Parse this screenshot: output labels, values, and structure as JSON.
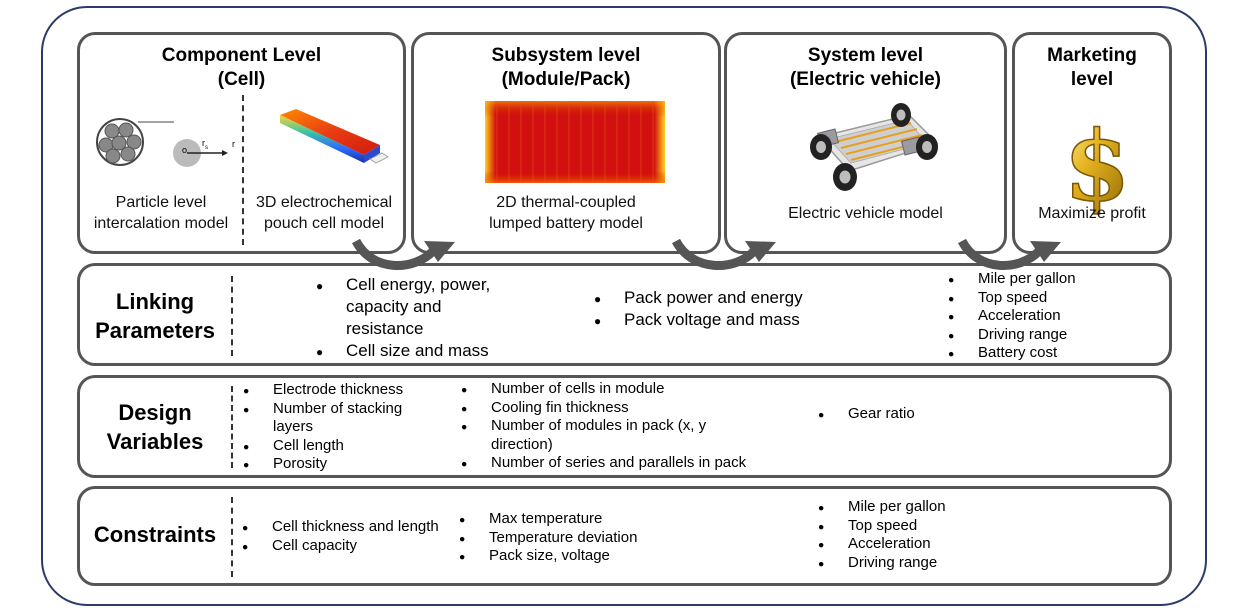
{
  "levels": {
    "component": {
      "title_line1": "Component Level",
      "title_line2": "(Cell)",
      "caption_left_1": "Particle level",
      "caption_left_2": "intercalation model",
      "caption_right_1": "3D electrochemical",
      "caption_right_2": "pouch cell model",
      "particle_label_o": "o",
      "particle_label_r": "r",
      "particle_label_rs": "r",
      "particle_label_s": "s"
    },
    "subsystem": {
      "title_line1": "Subsystem level",
      "title_line2": "(Module/Pack)",
      "caption_1": "2D thermal-coupled",
      "caption_2": "lumped battery model"
    },
    "system": {
      "title_line1": "System level",
      "title_line2": "(Electric vehicle)",
      "caption": "Electric vehicle model"
    },
    "marketing": {
      "title_line1": "Marketing",
      "title_line2": "level",
      "caption": "Maximize profit",
      "symbol": "$"
    }
  },
  "rows": {
    "linking": {
      "title_line1": "Linking",
      "title_line2": "Parameters",
      "col1": [
        "Cell energy, power, capacity and resistance",
        "Cell size and mass"
      ],
      "col2": [
        "Pack power and energy",
        "Pack voltage and mass"
      ],
      "col3": [
        "Mile per gallon",
        "Top speed",
        "Acceleration",
        "Driving range",
        "Battery cost"
      ]
    },
    "design": {
      "title_line1": "Design",
      "title_line2": "Variables",
      "col1": [
        "Electrode thickness",
        "Number of stacking layers",
        "Cell length",
        "Porosity"
      ],
      "col2": [
        "Number of cells in module",
        "Cooling fin thickness",
        "Number of modules in pack (x, y direction)",
        "Number of series and parallels in pack"
      ],
      "col3": [
        "Gear ratio"
      ]
    },
    "constraints": {
      "title": "Constraints",
      "col1": [
        "Cell thickness and length",
        "Cell capacity"
      ],
      "col2": [
        "Max temperature",
        "Temperature deviation",
        "Pack size, voltage"
      ],
      "col3": [
        "Mile per gallon",
        "Top speed",
        "Acceleration",
        "Driving range"
      ]
    }
  },
  "colors": {
    "frame": "#2b3a67",
    "box_border": "#555555",
    "arrow": "#555555"
  }
}
